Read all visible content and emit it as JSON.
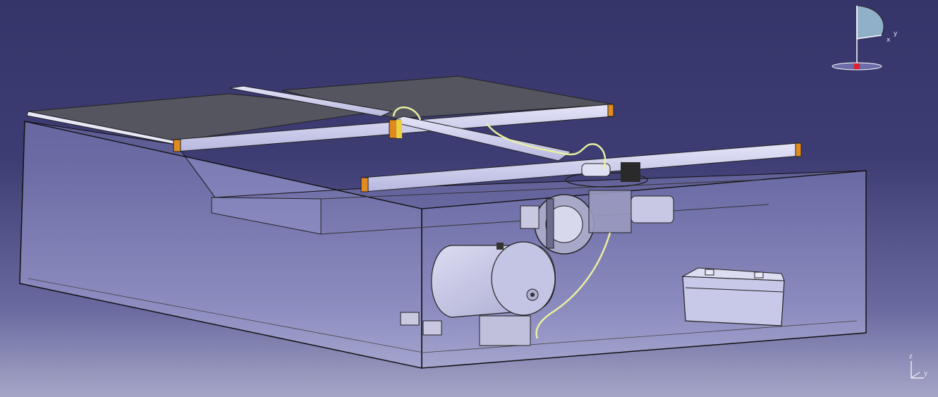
{
  "viewer": {
    "background_top": "#35356a",
    "background_bottom": "#a6a6c8"
  },
  "compass": {
    "label_x": "x",
    "label_y": "y",
    "marker_color": "#e0202a"
  },
  "triad": {
    "label_z": "z",
    "label_y": "y"
  },
  "model": {
    "frame_color": "#c8c8f0",
    "panel_color": "#555560",
    "cable_color": "#e8efa0",
    "cap_color": "#e08a20"
  }
}
